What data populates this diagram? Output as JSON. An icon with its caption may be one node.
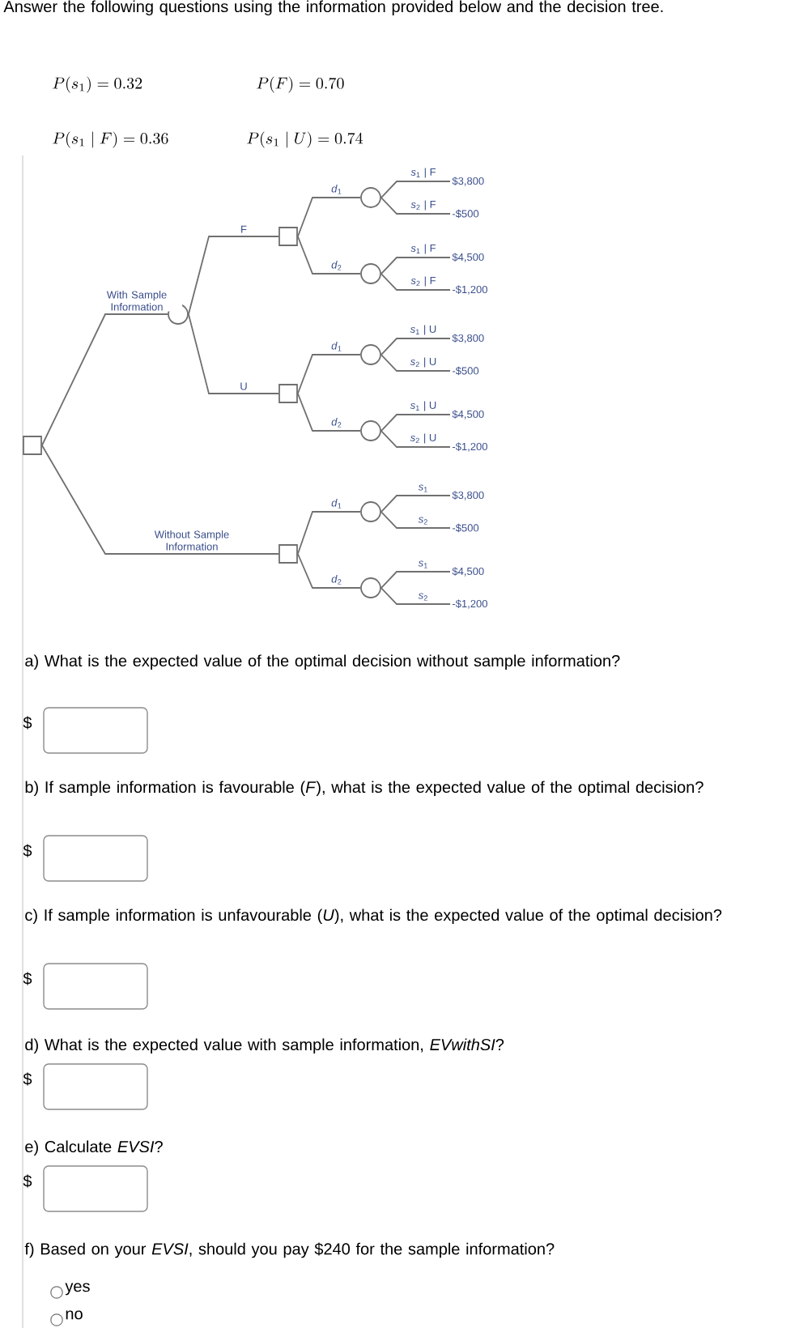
{
  "diagram": {
    "nodes": [
      {
        "text": [],
        "shape": "box"
      },
      {
        "text": [],
        "shape": "circle"
      },
      {
        "text": [],
        "shape": "box"
      },
      {
        "text": [],
        "shape": "box"
      },
      {
        "text": [],
        "shape": "box"
      },
      {
        "text": [],
        "shape": "circle"
      },
      {
        "text": [],
        "shape": "circle"
      },
      {
        "text": [],
        "shape": "circle"
      },
      {
        "text": [],
        "shape": "circle"
      },
      {
        "text": [],
        "shape": "circle"
      },
      {
        "text": [],
        "shape": "circle"
      },
      {
        "text": [
          "$3,800"
        ]
      },
      {
        "text": [
          "-$500"
        ]
      },
      {
        "text": [
          "$4,500"
        ]
      },
      {
        "text": [
          "-$1,200"
        ]
      },
      {
        "text": [
          "$3,800"
        ]
      },
      {
        "text": [
          "-$500"
        ]
      },
      {
        "text": [
          "$4,500"
        ]
      },
      {
        "text": [
          "-$1,200"
        ]
      },
      {
        "text": [
          "$3,800"
        ]
      },
      {
        "text": [
          "-$500"
        ]
      },
      {
        "text": [
          "$4,500"
        ]
      },
      {
        "text": [
          "-$1,200"
        ]
      }
    ],
    "edges": [
      {
        "from": 0,
        "to": 1,
        "arrow": "none",
        "label": "With Sample Information"
      },
      {
        "from": 0,
        "to": 4,
        "arrow": "none",
        "label": "Without Sample Information"
      },
      {
        "from": 1,
        "to": 2,
        "arrow": "none",
        "label": "F"
      },
      {
        "from": 1,
        "to": 3,
        "arrow": "none",
        "label": "U"
      },
      {
        "from": 2,
        "to": 5,
        "arrow": "none",
        "label": "*d*$_{1}$"
      },
      {
        "from": 2,
        "to": 6,
        "arrow": "none",
        "label": "*d*$_{2}$"
      },
      {
        "from": 3,
        "to": 7,
        "arrow": "none",
        "label": "*d*$_{1}$"
      },
      {
        "from": 3,
        "to": 8,
        "arrow": "none",
        "label": "*d*$_{2}$"
      },
      {
        "from": 4,
        "to": 9,
        "arrow": "none",
        "label": "*d*$_{1}$"
      },
      {
        "from": 4,
        "to": 10,
        "arrow": "none",
        "label": "*d*$_{2}$"
      },
      {
        "from": 5,
        "to": 11,
        "arrow": "none",
        "label": "*s*$_{1}$ | F"
      },
      {
        "from": 5,
        "to": 12,
        "arrow": "none",
        "label": "*s*$_{2}$ | F"
      },
      {
        "from": 6,
        "to": 13,
        "arrow": "none",
        "label": "*s*$_{1}$ | F"
      },
      {
        "from": 6,
        "to": 14,
        "arrow": "none",
        "label": "*s*$_{2}$ | F"
      },
      {
        "from": 7,
        "to": 15,
        "arrow": "none",
        "label": "*s*$_{1}$ | U"
      },
      {
        "from": 7,
        "to": 16,
        "arrow": "none",
        "label": "*s*$_{2}$ | U"
      },
      {
        "from": 8,
        "to": 17,
        "arrow": "none",
        "label": "*s*$_{1}$ | U"
      },
      {
        "from": 8,
        "to": 18,
        "arrow": "none",
        "label": "*s*$_{2}$ | U"
      },
      {
        "from": 9,
        "to": 19,
        "arrow": "none",
        "label": "*s*$_{1}$"
      },
      {
        "from": 9,
        "to": 20,
        "arrow": "none",
        "label": "*s*$_{2}$"
      },
      {
        "from": 10,
        "to": 21,
        "arrow": "none",
        "label": "*s*$_{1}$"
      },
      {
        "from": 10,
        "to": 22,
        "arrow": "none",
        "label": "*s*$_{2}$"
      }
    ],
    "labels": [
      "Answer the following questions using the information provided below and the decision tree.",
      "P(s_1) = 0.32",
      "P(F) = 0.70",
      "P(s_1 \\mid F) = 0.36",
      "P(s_1 \\mid U) = 0.74",
      "a) What is the expected value of the optimal decision without sample information?",
      "$",
      "b) If sample information is favourable (*F*), what is the expected value of the optimal decision?",
      "$",
      "c) If sample information is unfavourable (*U*), what is the expected value of the optimal decision?",
      "$",
      "d) What is the expected value with sample information, *EVwithSI*?",
      "$",
      "e) Calculate *EVSI*?",
      "$",
      "f) Based on your *EVSI*, should you pay $240 for the sample information?",
      "yes",
      "no"
    ]
  }
}
